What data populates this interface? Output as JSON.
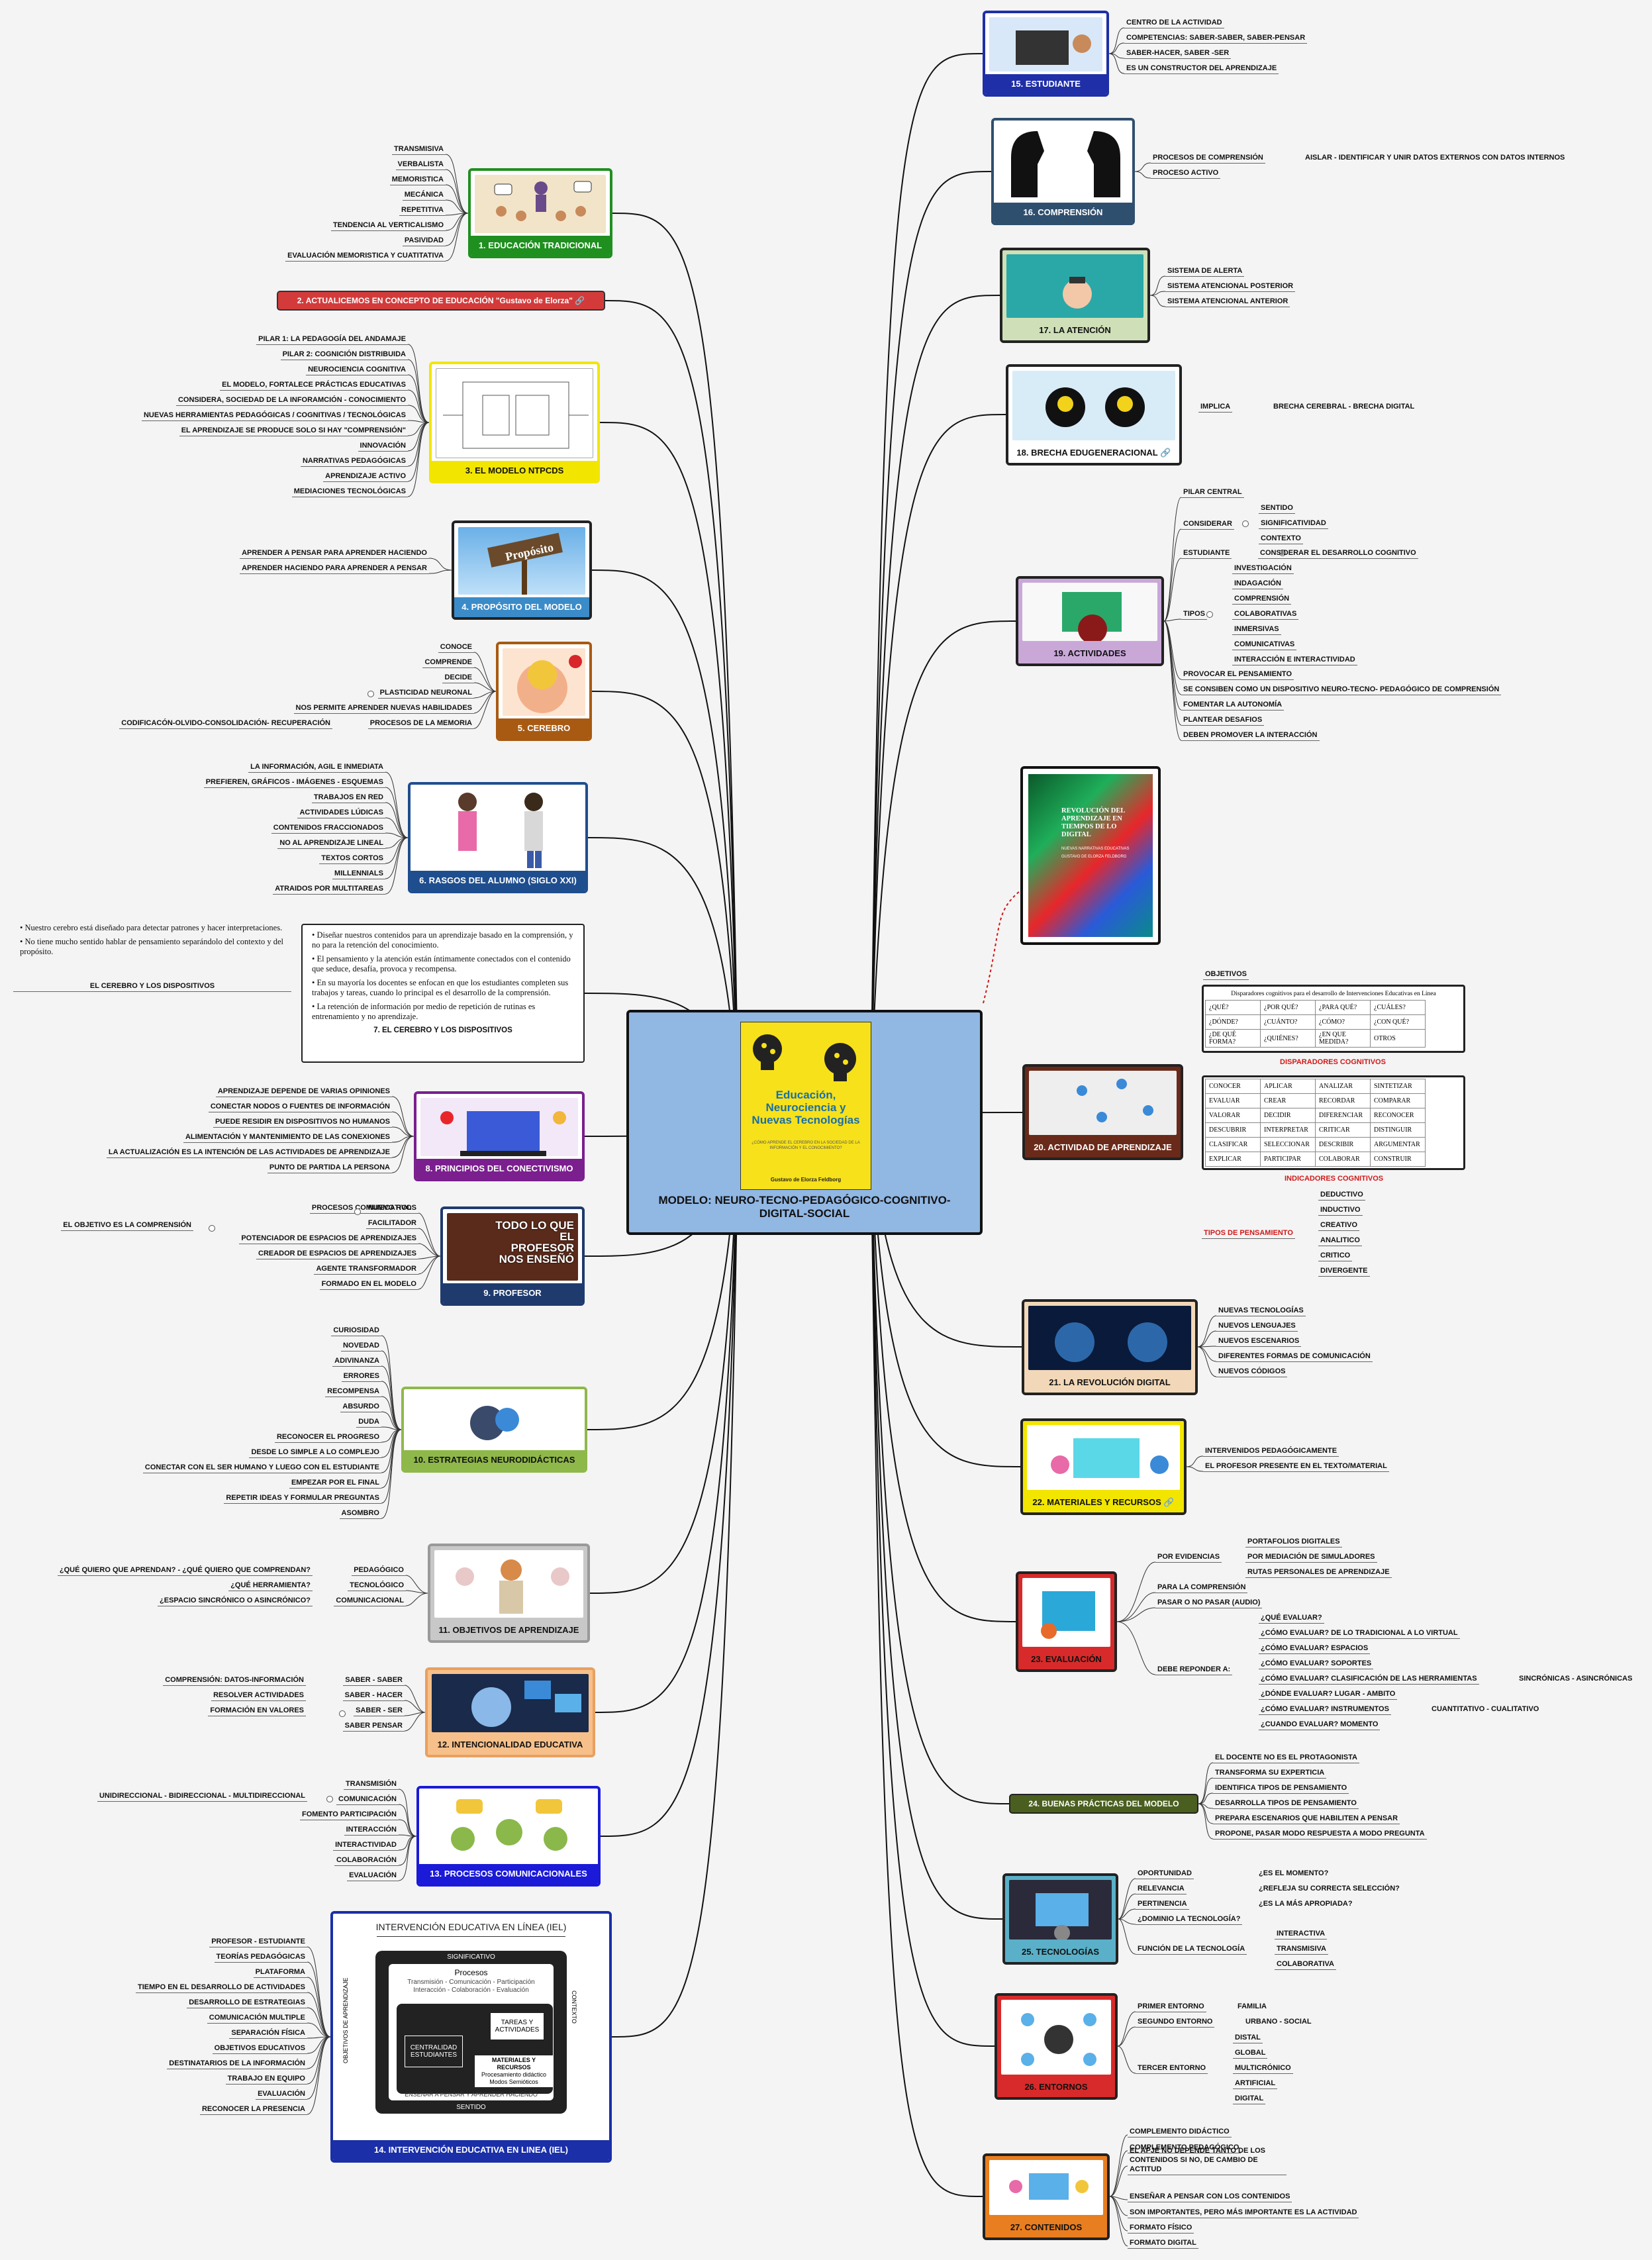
{
  "center": {
    "title": "MODELO: NEURO-TECNO-PEDAGÓGICO-COGNITIVO-DIGITAL-SOCIAL",
    "book_title": "Educación, Neurociencia y Nuevas Tecnologías",
    "book_sub": "¿CÓMO APRENDE EL CEREBRO EN LA SOCIEDAD DE LA INFORMACIÓN Y EL CONOCIMIENTO?",
    "book_author": "Gustavo de Elorza Feldborg"
  },
  "book_node": {
    "title": "REVOLUCIÓN DEL APRENDIZAJE EN TIEMPOS DE LO DIGITAL",
    "sub": "NUEVAS NARRATIVAS EDUCATIVAS",
    "author": "GUSTAVO DE ELORZA FELDBORG"
  },
  "left": {
    "n1": {
      "title": "1. EDUCACIÓN TRADICIONAL",
      "items": [
        "TRANSMISIVA",
        "VERBALISTA",
        "MEMORISTICA",
        "MECÁNICA",
        "REPETITIVA",
        "TENDENCIA AL VERTICALISMO",
        "PASIVIDAD",
        "EVALUACIÓN MEMORISTICA Y CUATITATIVA"
      ]
    },
    "n2": {
      "title": "2. ACTUALICEMOS EN CONCEPTO DE EDUCACIÓN \"Gustavo de Elorza\""
    },
    "n3": {
      "title": "3. EL MODELO NTPCDS",
      "items": [
        "PILAR 1: LA PEDAGOGÍA DEL ANDAMAJE",
        "PILAR 2: COGNICIÓN DISTRIBUIDA",
        "NEUROCIENCIA COGNITIVA",
        "EL MODELO,  FORTALECE PRÁCTICAS EDUCATIVAS",
        "CONSIDERA, SOCIEDAD DE LA INFORAMCIÓN - CONOCIMIENTO",
        "NUEVAS HERRAMIENTAS PEDAGÓGICAS / COGNITIVAS / TECNOLÓGICAS",
        "EL APRENDIZAJE SE PRODUCE SOLO SI HAY \"COMPRENSIÓN\"",
        "INNOVACIÓN",
        "NARRATIVAS PEDAGÓGICAS",
        "APRENDIZAJE ACTIVO",
        "MEDIACIONES TECNOLÓGICAS"
      ]
    },
    "n4": {
      "title": "4. PROPÓSITO DEL MODELO",
      "sign": "Propósito",
      "items": [
        "APRENDER A PENSAR PARA APRENDER HACIENDO",
        "APRENDER HACIENDO PARA APRENDER A PENSAR"
      ]
    },
    "n5": {
      "title": "5. CEREBRO",
      "items": [
        "CONOCE",
        "COMPRENDE",
        "DECIDE",
        "PLASTICIDAD NEURONAL",
        "NOS PERMITE APRENDER NUEVAS HABILIDADES",
        "PROCESOS DE LA MEMORIA"
      ],
      "sub": "CODIFICACÓN-OLVIDO-CONSOLIDACIÓN- RECUPERACIÓN"
    },
    "n6": {
      "title": "6. RASGOS DEL ALUMNO (SIGLO XXI)",
      "items": [
        "LA INFORMACIÓN, AGIL E INMEDIATA",
        "PREFIEREN, GRÁFICOS - IMÁGENES - ESQUEMAS",
        "TRABAJOS EN RED",
        "ACTIVIDADES  LÚDICAS",
        "CONTENIDOS FRACCIONADOS",
        "NO AL APRENDIZAJE LINEAL",
        "TEXTOS CORTOS",
        "MILLENNIALS",
        "ATRAIDOS POR MULTITAREAS"
      ]
    },
    "n7": {
      "title": "7. EL CEREBRO Y LOS DISPOSITIVOS",
      "notes": [
        "Diseñar nuestros contenidos para un aprendizaje basado en la comprensión, y no para la retención del conocimiento.",
        "El pensamiento y la atención están íntimamente conectados con el contenido que seduce, desafía, provoca y recompensa.",
        "En su mayoría los docentes se enfocan en que los estudiantes completen sus trabajos y tareas, cuando lo principal es el desarrollo de la comprensión.",
        "La retención de información por medio de repetición de rutinas es entrenamiento y no aprendizaje."
      ],
      "side_notes": [
        "Nuestro cerebro está diseñado para detectar patrones y hacer interpretaciones.",
        "No tiene mucho sentido hablar de pensamiento separándolo del contexto y del propósito."
      ],
      "side_title": "EL CEREBRO Y LOS DISPOSITIVOS"
    },
    "n8": {
      "title": "8. PRINCIPIOS DEL CONECTIVISMO",
      "items": [
        "APRENDIZAJE DEPENDE DE VARIAS OPINIONES",
        "CONECTAR NODOS O FUENTES DE INFORMACIÓN",
        "PUEDE RESIDIR  EN DISPOSITIVOS NO HUMANOS",
        "ALIMENTACIÓN Y MANTENIMIENTO DE LAS CONEXIONES",
        "LA ACTUALIZACIÓN ES LA INTENCIÓN DE LAS ACTIVIDADES DE APRENDIZAJE",
        "PUNTO DE PARTIDA LA PERSONA"
      ]
    },
    "n9": {
      "title": "9. PROFESOR",
      "poster": "TODO LO QUE EL PROFESOR NOS ENSEÑÓ",
      "items": [
        "PROCESOS COMUNICATIVOS",
        "FACILITADOR",
        "POTENCIADOR DE ESPACIOS DE APRENDIZAJES",
        "CREADOR DE ESPACIOS DE APRENDIZAJES",
        "AGENTE TRANSFORMADOR",
        "FORMADO EN EL MODELO"
      ],
      "sub": "NUEVO ROL",
      "side": "EL OBJETIVO ES LA COMPRENSIÓN"
    },
    "n10": {
      "title": "10. ESTRATEGIAS NEURODIDÁCTICAS",
      "items": [
        "CURIOSIDAD",
        "NOVEDAD",
        "ADIVINANZA",
        "ERRORES",
        "RECOMPENSA",
        "ABSURDO",
        "DUDA",
        "RECONOCER EL PROGRESO",
        "DESDE LO SIMPLE A LO COMPLEJO",
        "CONECTAR CON EL SER HUMANO Y LUEGO CON EL ESTUDIANTE",
        "EMPEZAR POR EL FINAL",
        "REPETIR IDEAS Y FORMULAR PREGUNTAS",
        "ASOMBRO"
      ]
    },
    "n11": {
      "title": "11. OBJETIVOS DE APRENDIZAJE",
      "items": [
        "PEDAGÓGICO",
        "TECNOLÓGICO",
        "COMUNICACIONAL"
      ],
      "subs": [
        "¿QUÉ QUIERO QUE APRENDAN? - ¿QUÉ QUIERO QUE COMPRENDAN?",
        "¿QUÉ HERRAMIENTA?",
        "¿ESPACIO SINCRÓNICO O ASINCRÓNICO?"
      ]
    },
    "n12": {
      "title": "12. INTENCIONALIDAD EDUCATIVA",
      "items": [
        "SABER - SABER",
        "SABER - HACER",
        "SABER - SER",
        "SABER PENSAR"
      ],
      "subs": [
        "COMPRENSIÓN: DATOS-INFORMACIÓN",
        "RESOLVER ACTIVIDADES",
        "FORMACIÓN EN VALORES"
      ]
    },
    "n13": {
      "title": "13. PROCESOS COMUNICACIONALES",
      "items": [
        "TRANSMISIÓN",
        "COMUNICACIÓN",
        "FOMENTO PARTICIPACIÓN",
        "INTERACCIÓN",
        "INTERACTIVIDAD",
        "COLABORACIÓN",
        "EVALUACIÓN"
      ],
      "sub": "UNIDIRECCIONAL - BIDIRECCIONAL - MULTIDIRECCIONAL"
    },
    "n14": {
      "title": "14. INTERVENCIÓN EDUCATIVA EN LINEA (IEL)",
      "items": [
        "PROFESOR - ESTUDIANTE",
        "TEORÍAS PEDAGÓGICAS",
        "PLATAFORMA",
        "TIEMPO EN EL DESARROLLO DE ACTIVIDADES",
        "DESARROLLO DE ESTRATEGIAS",
        "COMUNICACIÓN MULTIPLE",
        "SEPARACIÓN FÍSICA",
        "OBJETIVOS EDUCATIVOS",
        "DESTINATARIOS DE LA INFORMACIÓN",
        "TRABAJO EN EQUIPO",
        "EVALUACIÓN",
        "RECONOCER LA PRESENCIA"
      ],
      "diagram": {
        "header": "INTERVENCIÓN EDUCATIVA EN LÍNEA (IEL)",
        "top": "SIGNIFICATIVO",
        "procesos": "Procesos",
        "procesos_line1": "Transmisión - Comunicación - Participación",
        "procesos_line2": "Interacción - Colaboración - Evaluación",
        "left": "OBJETIVOS DE APRENDIZAJE",
        "right": "CONTEXTO",
        "centralidad": "CENTRALIDAD ESTUDIANTES",
        "tareas": "TAREAS Y ACTIVIDADES",
        "materiales": "MATERIALES Y RECURSOS",
        "procesamiento": "Procesamiento didáctico",
        "modos": "Modos Semióticos",
        "bottom_inner": "ENSEÑAR A PENSAR Y APRENDER HACIENDO",
        "bottom": "SENTIDO"
      }
    }
  },
  "right": {
    "n15": {
      "title": "15. ESTUDIANTE",
      "items": [
        "CENTRO DE LA ACTIVIDAD",
        "COMPETENCIAS: SABER-SABER, SABER-PENSAR",
        "SABER-HACER, SABER -SER",
        "ES UN CONSTRUCTOR DEL APRENDIZAJE"
      ]
    },
    "n16": {
      "title": "16. COMPRENSIÓN",
      "items": [
        "PROCESOS DE COMPRENSIÓN",
        "PROCESO ACTIVO"
      ],
      "sub": "AISLAR - IDENTIFICAR Y UNIR DATOS EXTERNOS CON DATOS INTERNOS"
    },
    "n17": {
      "title": "17. LA ATENCIÓN",
      "items": [
        "SISTEMA DE ALERTA",
        "SISTEMA ATENCIONAL POSTERIOR",
        "SISTEMA ATENCIONAL ANTERIOR"
      ]
    },
    "n18": {
      "title": "18. BRECHA EDUGENERACIONAL",
      "items": [
        "IMPLICA"
      ],
      "sub": "BRECHA CEREBRAL - BRECHA DIGITAL"
    },
    "n19": {
      "title": "19. ACTIVIDADES",
      "pilar": "PILAR CENTRAL",
      "considerar": "CONSIDERAR",
      "considerar_items": [
        "SENTIDO",
        "SIGNIFICATIVIDAD",
        "CONTEXTO"
      ],
      "estudiante": "ESTUDIANTE",
      "estudiante_sub": "CONSIDERAR EL DESARROLLO COGNITIVO",
      "tipos": "TIPOS",
      "tipos_items": [
        "INVESTIGACIÓN",
        "INDAGACIÓN",
        "COMPRENSIÓN",
        "COLABORATIVAS",
        "INMERSIVAS",
        "COMUNICATIVAS",
        "INTERACCIÓN E INTERACTIVIDAD"
      ],
      "extra": [
        "PROVOCAR EL PENSAMIENTO",
        "SE CONSIBEN COMO UN DISPOSITIVO NEURO-TECNO- PEDAGÓGICO DE COMPRENSIÓN",
        "FOMENTAR LA AUTONOMÍA",
        "PLANTEAR DESAFIOS",
        "DEBEN PROMOVER LA INTERACCIÓN"
      ]
    },
    "n20": {
      "title": "20. ACTIVIDAD DE APRENDIZAJE",
      "objetivos": "OBJETIVOS",
      "table1_title": "Disparadores cognitivos para el desarrollo de Intervenciones Educativas en Línea",
      "table1": [
        [
          "¿QUÉ?",
          "¿POR QUÉ?",
          "¿PARA QUÉ?",
          "¿CUÁLES?"
        ],
        [
          "¿DÓNDE?",
          "¿CUÁNTO?",
          "¿CÓMO?",
          "¿CON QUÉ?"
        ],
        [
          "¿DE QUÉ FORMA?",
          "¿QUIÉNES?",
          "¿EN QUE MEDIDA?",
          "OTROS"
        ]
      ],
      "table1_label": "DISPARADORES COGNITIVOS",
      "table2": [
        [
          "CONOCER",
          "APLICAR",
          "ANALIZAR",
          "SINTETIZAR"
        ],
        [
          "EVALUAR",
          "CREAR",
          "RECORDAR",
          "COMPARAR"
        ],
        [
          "VALORAR",
          "DECIDIR",
          "DIFERENCIAR",
          "RECONOCER"
        ],
        [
          "DESCUBRIR",
          "INTERPRETAR",
          "CRITICAR",
          "DISTINGUIR"
        ],
        [
          "CLASIFICAR",
          "SELECCIONAR",
          "DESCRIBIR",
          "ARGUMENTAR"
        ],
        [
          "EXPLICAR",
          "PARTICIPAR",
          "COLABORAR",
          "CONSTRUIR"
        ]
      ],
      "table2_label": "INDICADORES COGNITIVOS",
      "tipos": "TIPOS DE PENSAMIENTO",
      "tipos_items": [
        "DEDUCTIVO",
        "INDUCTIVO",
        "CREATIVO",
        "ANALITICO",
        "CRITICO",
        "DIVERGENTE"
      ]
    },
    "n21": {
      "title": "21. LA REVOLUCIÓN DIGITAL",
      "items": [
        "NUEVAS TECNOLOGÍAS",
        "NUEVOS LENGUAJES",
        "NUEVOS ESCENARIOS",
        "DIFERENTES FORMAS DE COMUNICACIÓN",
        "NUEVOS CÓDIGOS"
      ]
    },
    "n22": {
      "title": "22. MATERIALES Y RECURSOS",
      "items": [
        "INTERVENIDOS PEDAGÓGICAMENTE",
        "EL PROFESOR PRESENTE EN EL TEXTO/MATERIAL"
      ]
    },
    "n23": {
      "title": "23. EVALUACIÓN",
      "por": "POR EVIDENCIAS",
      "por_items": [
        "PORTAFOLIOS DIGITALES",
        "POR MEDIACIÓN DE SIMULADORES",
        "RUTAS PERSONALES DE APRENDIZAJE"
      ],
      "items": [
        "PARA LA COMPRENSIÓN",
        "PASAR O NO PASAR (AUDIO)"
      ],
      "debe": "DEBE REPONDER A:",
      "debe_items": [
        "¿QUÉ EVALUAR?",
        "¿CÓMO EVALUAR?  DE LO TRADICIONAL A LO VIRTUAL",
        "¿CÓMO EVALUAR? ESPACIOS",
        "¿CÓMO EVALUAR? SOPORTES",
        "¿CÓMO EVALUAR? CLASIFICACIÓN DE LAS HERRAMIENTAS",
        "¿DÓNDE EVALUAR? LUGAR - AMBITO",
        "¿CÓMO EVALUAR? INSTRUMENTOS",
        "¿CUANDO EVALUAR? MOMENTO"
      ],
      "sinc": "SINCRÓNICAS - ASINCRÓNICAS",
      "cuant": "CUANTITATIVO - CUALITATIVO"
    },
    "n24": {
      "title": "24. BUENAS PRÁCTICAS DEL MODELO",
      "items": [
        "EL DOCENTE NO ES EL PROTAGONISTA",
        "TRANSFORMA SU EXPERTICIA",
        "IDENTIFICA TIPOS DE PENSAMIENTO",
        "DESARROLLA TIPOS DE PENSAMIENTO",
        "PREPARA ESCENARIOS QUE HABILITEN A PENSAR",
        "PROPONE, PASAR MODO RESPUESTA A MODO PREGUNTA"
      ]
    },
    "n25": {
      "title": "25. TECNOLOGÍAS",
      "items": [
        "OPORTUNIDAD",
        "RELEVANCIA",
        "PERTINENCIA",
        "¿DOMINIO LA TECNOLOGÍA?",
        "FUNCIÓN DE LA TECNOLOGÍA"
      ],
      "subs": [
        "¿ES EL MOMENTO?",
        "¿REFLEJA SU CORRECTA SELECCIÓN?",
        "¿ES LA MÁS APROPIADA?"
      ],
      "func_items": [
        "INTERACTIVA",
        "TRANSMISIVA",
        "COLABORATIVA"
      ]
    },
    "n26": {
      "title": "26. ENTORNOS",
      "items": [
        "PRIMER ENTORNO",
        "SEGUNDO ENTORNO",
        "TERCER ENTORNO"
      ],
      "subs": [
        "FAMILIA",
        "URBANO - SOCIAL"
      ],
      "tercer_items": [
        "DISTAL",
        "GLOBAL",
        "MULTICRÓNICO",
        "ARTIFICIAL",
        "DIGITAL"
      ]
    },
    "n27": {
      "title": "27. CONTENIDOS",
      "items": [
        "COMPLEMENTO DIDÁCTICO",
        "COMPLEMENTO PEDAGÓGICO",
        "EL APJE NO DEPENDE TANTO DE LOS CONTENIDOS SI NO, DE CAMBIO DE ACTITUD",
        "ENSEÑAR A PENSAR CON LOS CONTENIDOS",
        "SON IMPORTANTES, PERO MÁS IMPORTANTE ES LA ACTIVIDAD",
        "FORMATO FÍSICO",
        "FORMATO DIGITAL"
      ]
    }
  },
  "colors": {
    "n1": "#1f8f1f",
    "n2": "#d33b3b",
    "n3": "#f2e600",
    "n4": "#3b8bc9",
    "n5": "#a85a12",
    "n6": "#1f4e8f",
    "n8": "#7b1f8f",
    "n9": "#1f3b6e",
    "n10": "#8fb84a",
    "n11": "#b8b8b8",
    "n12": "#f7c08a",
    "n13": "#1a1ad8",
    "n14": "#1a2fa8",
    "n15": "#1f2fa8",
    "n16": "#2f4f6f",
    "n17": "#cfe0b8",
    "n18": "#ffffff",
    "n19": "#c9a8d8",
    "n20": "#6a2a1a",
    "n21": "#f2d8b8",
    "n22": "#f2e600",
    "n23": "#d82a2a",
    "n24": "#4a5f1f",
    "n25": "#5ab0c8",
    "n26": "#d82a2a",
    "n27": "#e87e1f",
    "center": "#91b7e3"
  }
}
